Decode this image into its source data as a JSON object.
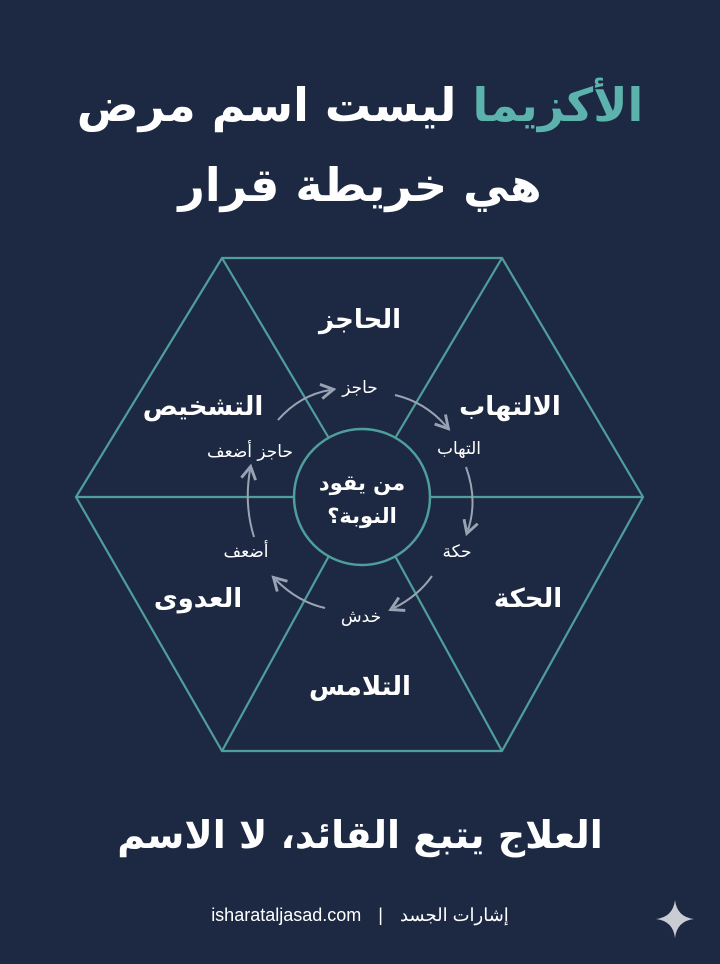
{
  "title": {
    "accent_word": "الأكزيما",
    "line1_rest": "ليست اسم مرض",
    "line2": "هي خريطة قرار"
  },
  "segments": {
    "top": "الحاجز",
    "upper_right": "الالتهاب",
    "lower_right": "الحكة",
    "bottom": "التلامس",
    "lower_left": "العدوى",
    "upper_left": "التشخيص"
  },
  "cycle": {
    "top": "حاجز",
    "right_upper": "التهاب",
    "right_lower": "حكة",
    "bottom": "خدش",
    "left_lower": "أضعف",
    "left_upper": "حاجز أضعف"
  },
  "center": {
    "line1": "من يقود",
    "line2": "النوبة؟"
  },
  "tagline": "العلاج يتبع القائد، لا الاسم",
  "footer": {
    "site": "isharataljasad.com",
    "separator": "|",
    "brand": "إشارات الجسد"
  },
  "colors": {
    "background": "#1d2942",
    "accent": "#5cb3ad",
    "arrow": "#9aa3b4"
  },
  "icons": {
    "corner": "sparkle-icon"
  }
}
